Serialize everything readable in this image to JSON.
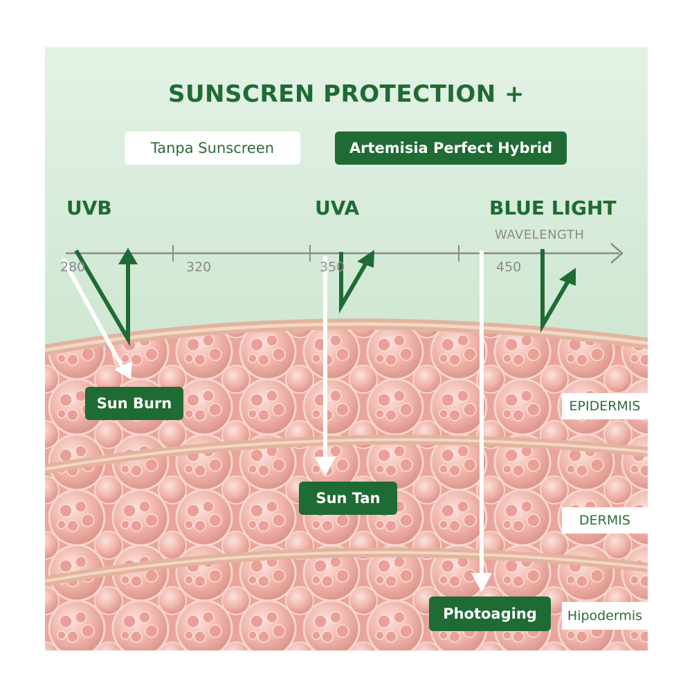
{
  "title": "SUNSCREN PROTECTION +",
  "legend": {
    "without": "Tanpa Sunscreen",
    "with": "Artemisia Perfect Hybrid"
  },
  "bands": {
    "uvb": "UVB",
    "uva": "UVA",
    "blue": "BLUE LIGHT"
  },
  "axis": {
    "label": "WAVELENGTH",
    "ticks": [
      "280",
      "320",
      "350",
      "450"
    ]
  },
  "effects": {
    "sunburn": "Sun Burn",
    "suntan": "Sun Tan",
    "photoaging": "Photoaging"
  },
  "layers": {
    "epidermis": "EPIDERMIS",
    "dermis": "DERMIS",
    "hipodermis": "Hipodermis"
  },
  "colors": {
    "brand_green": "#1e6b34",
    "background_top": "#dcefe0",
    "background_bottom": "#b9dcbf",
    "skin": "#e8a39a",
    "skin_line": "#e2b49e",
    "axis_gray": "#8a8a8a"
  }
}
